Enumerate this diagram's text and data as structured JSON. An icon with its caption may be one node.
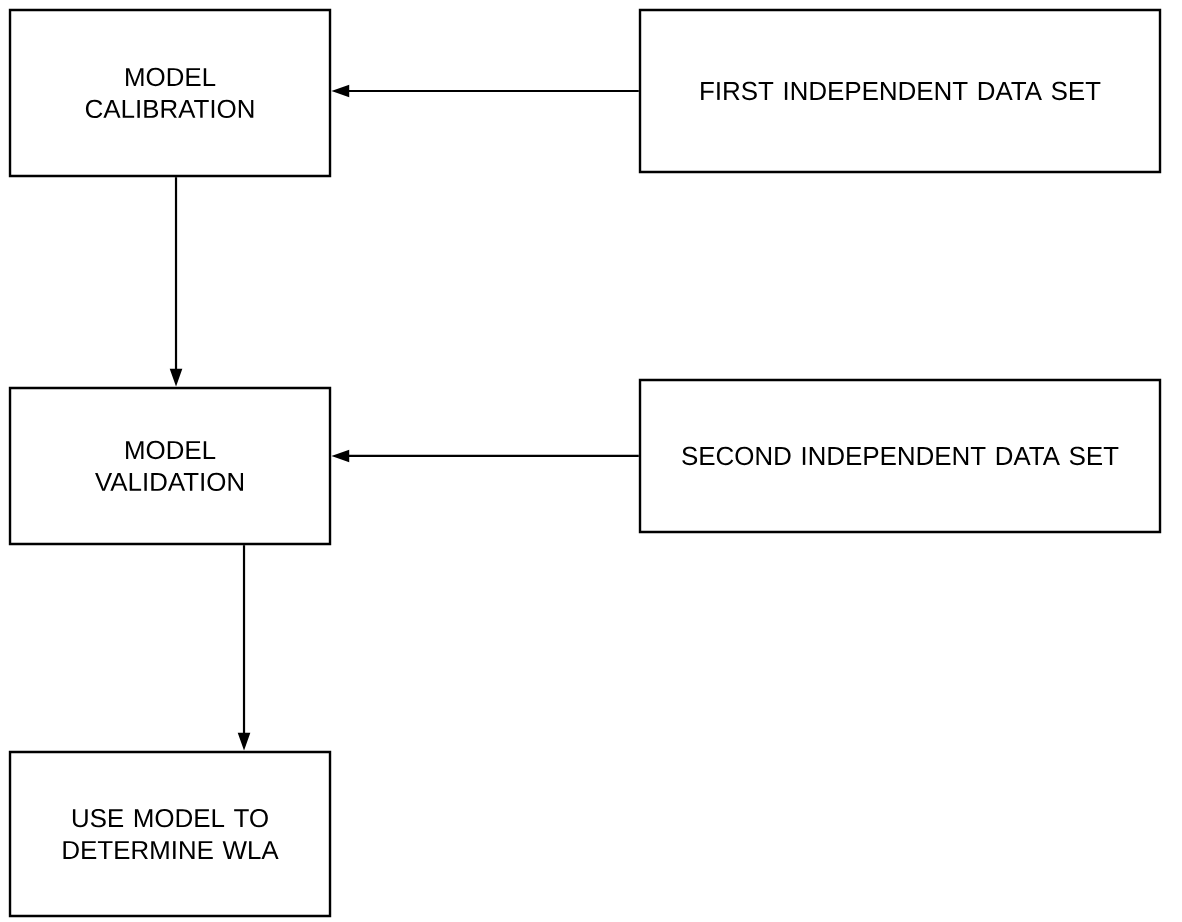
{
  "diagram": {
    "nodes": [
      {
        "text": [
          "MODEL CALIBRATION"
        ]
      },
      {
        "text": [
          "FIRST INDEPENDENT DATA SET"
        ]
      },
      {
        "text": [
          "MODEL VALIDATION"
        ]
      },
      {
        "text": [
          "SECOND INDEPENDENT DATA SET"
        ]
      },
      {
        "text": [
          "USE MODEL TO DETERMINE WLA"
        ]
      }
    ],
    "edges": [
      {
        "from": 1,
        "to": 0,
        "arrow": "to"
      },
      {
        "from": 0,
        "to": 2,
        "arrow": "to"
      },
      {
        "from": 3,
        "to": 2,
        "arrow": "to"
      },
      {
        "from": 2,
        "to": 4,
        "arrow": "to"
      }
    ]
  }
}
